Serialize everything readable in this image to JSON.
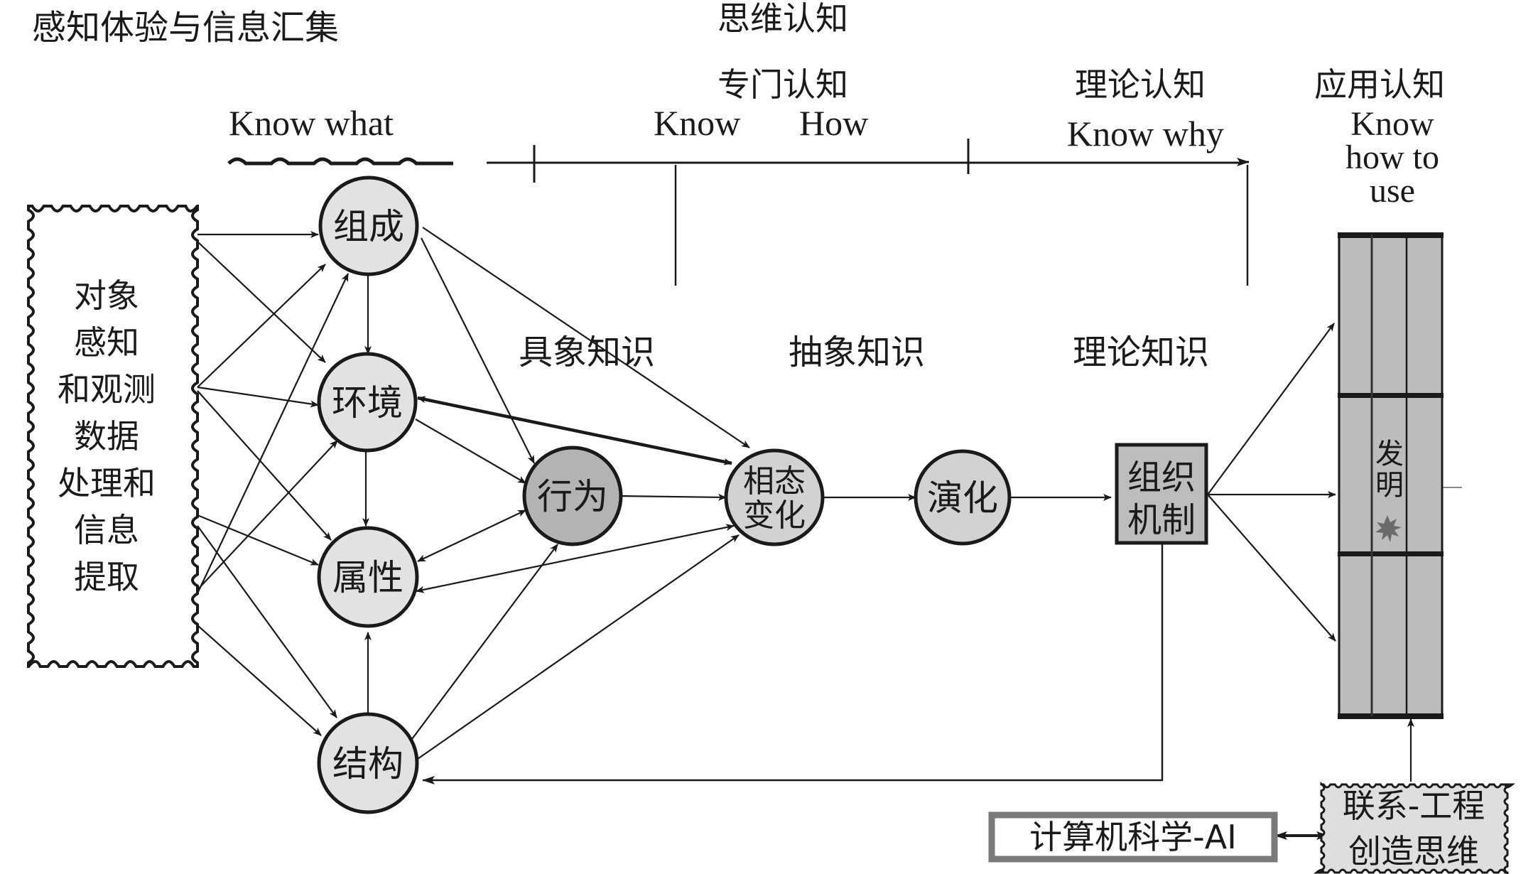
{
  "header": {
    "top_left": "感知体验与信息汇集",
    "thinking": "思维认知"
  },
  "stages": {
    "know_what": "Know what",
    "specialized_cn": "专门认知",
    "know": "Know",
    "how": "How",
    "theory_cn": "理论认知",
    "know_why": "Know why",
    "application_cn": "应用认知",
    "know_how_to_use": [
      "Know",
      "how to",
      "use"
    ]
  },
  "knowledge_levels": {
    "concrete": "具象知识",
    "abstract": "抽象知识",
    "theoretical": "理论知识"
  },
  "source_box": {
    "lines": [
      "对象",
      "感知",
      "和观测",
      "数据",
      "处理和",
      "信息",
      "提取"
    ]
  },
  "nodes": {
    "composition": "组成",
    "environment": "环境",
    "attribute": "属性",
    "structure": "结构",
    "behavior": "行为",
    "phase_change": [
      "相态",
      "变化"
    ],
    "evolution": "演化",
    "mechanism": [
      "组织",
      "机制"
    ]
  },
  "invention_panel": {
    "label": [
      "发",
      "明"
    ]
  },
  "bottom": {
    "ai_box": "计算机科学-AI",
    "creative_box": [
      "联系-工程",
      "创造思维"
    ]
  },
  "colors": {
    "node_fill": "#e2e2e2",
    "behavior_fill": "#b3b3b3",
    "phase_fill": "#d2d2d2",
    "mechanism_fill": "#bdbdbd",
    "panel_fill": "#bcbcbc",
    "stroke": "#1a1a1a"
  }
}
